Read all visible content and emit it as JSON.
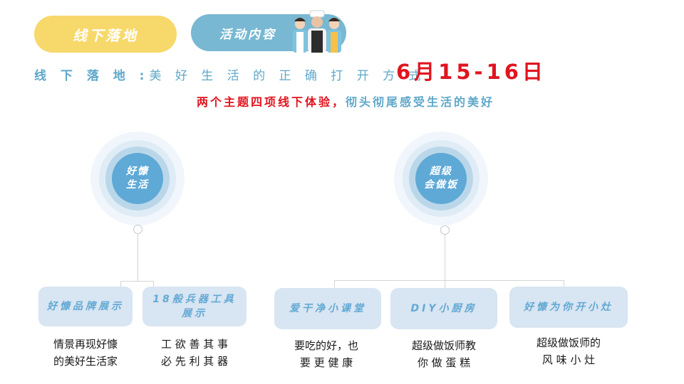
{
  "header": {
    "tag_offline": "线下落地",
    "tag_activity": "活动内容",
    "subtitle_label": "线 下 落 地 :",
    "subtitle_text": "美 好 生 活 的 正 确 打 开 方 式",
    "date": "6月15-16日",
    "tagline_red": "两个主题四项线下体验，",
    "tagline_blue": "彻头彻尾感受生活的美好"
  },
  "themes": [
    {
      "title_line1": "好慷",
      "title_line2": "生活"
    },
    {
      "title_line1": "超级",
      "title_line2": "会做饭"
    }
  ],
  "cards": [
    {
      "label": "好慷品牌展示",
      "desc_line1": "情景再现好慷",
      "desc_line2": "的美好生活家"
    },
    {
      "label": "18般兵器工具展示",
      "desc_line1": "工 欲 善 其 事",
      "desc_line2": "必 先 利 其 器"
    },
    {
      "label": "爱干净小课堂",
      "desc_line1": "要吃的好，也",
      "desc_line2": "要 更 健 康"
    },
    {
      "label": "DIY小厨房",
      "desc_line1": "超级做饭师教",
      "desc_line2": "你 做 蛋 糕"
    },
    {
      "label": "好慷为你开小灶",
      "desc_line1": "超级做饭师的",
      "desc_line2": "风 味 小 灶"
    }
  ],
  "colors": {
    "yellow": "#f7d86a",
    "blue": "#78b8d2",
    "accent_red": "#e0151f",
    "text_blue": "#5fa7c9",
    "card_bg": "#d8e5f2"
  }
}
